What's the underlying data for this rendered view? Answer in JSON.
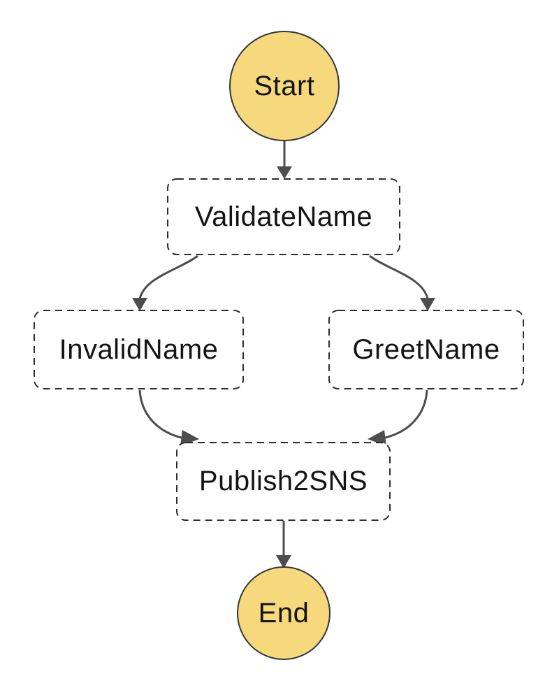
{
  "diagram": {
    "type": "workflow-state-machine",
    "background": "#FFFFFF",
    "nodes": {
      "start": {
        "label": "Start",
        "kind": "terminal-circle"
      },
      "validate": {
        "label": "ValidateName",
        "kind": "state-box"
      },
      "invalid": {
        "label": "InvalidName",
        "kind": "state-box"
      },
      "greet": {
        "label": "GreetName",
        "kind": "state-box"
      },
      "publish": {
        "label": "Publish2SNS",
        "kind": "state-box"
      },
      "end": {
        "label": "End",
        "kind": "terminal-circle"
      }
    },
    "edges": [
      {
        "from": "Start",
        "to": "ValidateName"
      },
      {
        "from": "ValidateName",
        "to": "InvalidName"
      },
      {
        "from": "ValidateName",
        "to": "GreetName"
      },
      {
        "from": "InvalidName",
        "to": "Publish2SNS"
      },
      {
        "from": "GreetName",
        "to": "Publish2SNS"
      },
      {
        "from": "Publish2SNS",
        "to": "End"
      }
    ],
    "colors": {
      "terminal_fill": "#F6D87D",
      "terminal_stroke": "#32363B",
      "state_border": "#2D2D2D",
      "edge": "#4D4D4D",
      "text": "#141414"
    }
  }
}
